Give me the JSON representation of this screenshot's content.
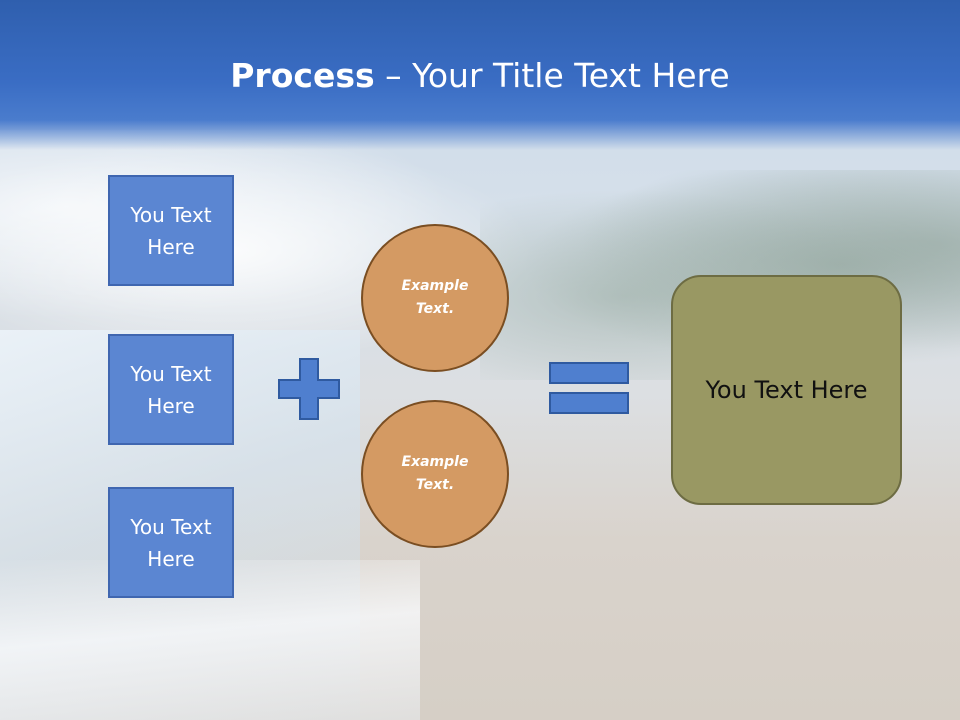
{
  "title": {
    "strong": "Process",
    "rest": " – Your Title Text Here"
  },
  "boxes": [
    {
      "label": "You Text Here"
    },
    {
      "label": "You Text Here"
    },
    {
      "label": "You Text Here"
    }
  ],
  "circles": [
    {
      "label": "Example Text."
    },
    {
      "label": "Example Text."
    }
  ],
  "result": {
    "label": "You Text Here"
  },
  "colors": {
    "box_fill": "#5b86d2",
    "circle_fill": "#d49a63",
    "result_fill": "#999863",
    "title_band": "#3a6dc4"
  },
  "icons": [
    "plus-icon",
    "equals-icon"
  ]
}
